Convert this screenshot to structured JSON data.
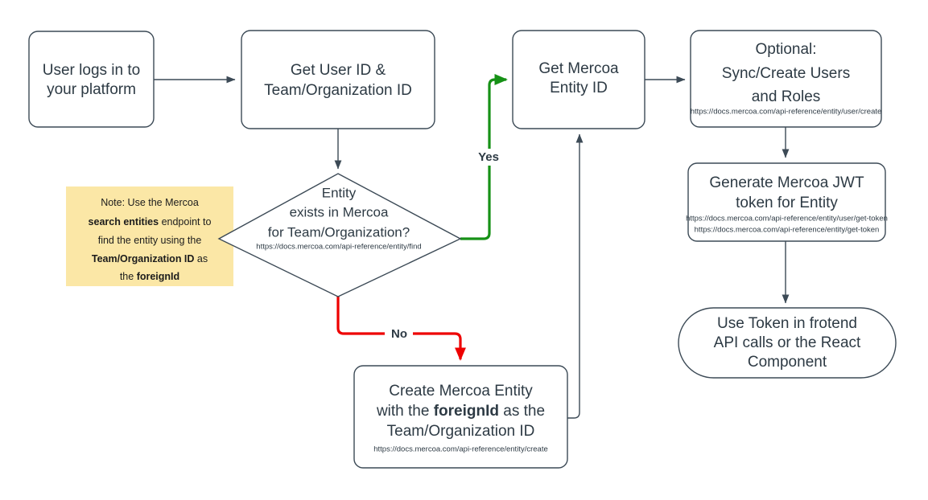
{
  "diagram": {
    "title": "Mercoa entity onboarding flowchart",
    "type": "flowchart",
    "colors": {
      "node_stroke": "#3c4a56",
      "node_fill": "#ffffff",
      "note_fill": "#fbe7a6",
      "yes_edge": "#169116",
      "no_edge": "#ee0000",
      "text": "#2d3a44"
    }
  },
  "nodes": {
    "user_login": {
      "shape": "rounded-rect",
      "lines": [
        "User logs in to",
        "your platform"
      ]
    },
    "get_user_id": {
      "shape": "rounded-rect",
      "lines": [
        "Get User ID &",
        "Team/Organization ID"
      ]
    },
    "entity_exists": {
      "shape": "diamond",
      "lines": [
        "Entity",
        "exists in Mercoa",
        "for Team/Organization?"
      ],
      "url": "https://docs.mercoa.com/api-reference/entity/find"
    },
    "create_entity": {
      "shape": "rounded-rect",
      "line1_pre": "Create Mercoa Entity",
      "line2_pre": "with the ",
      "line2_bold": "foreignId",
      "line2_post": " as the",
      "line3": "Team/Organization ID",
      "url": "https://docs.mercoa.com/api-reference/entity/create"
    },
    "get_mercoa_entity_id": {
      "shape": "rounded-rect",
      "lines": [
        "Get Mercoa",
        "Entity ID"
      ]
    },
    "optional_sync_users": {
      "shape": "rounded-rect",
      "lines": [
        "Optional:",
        "Sync/Create Users",
        "and Roles"
      ],
      "url": "https://docs.mercoa.com/api-reference/entity/user/create"
    },
    "generate_jwt": {
      "shape": "rounded-rect",
      "lines": [
        "Generate Mercoa JWT",
        "token for Entity"
      ],
      "url1": "https://docs.mercoa.com/api-reference/entity/user/get-token",
      "url2": "https://docs.mercoa.com/api-reference/entity/get-token"
    },
    "use_token": {
      "shape": "stadium",
      "lines": [
        "Use Token in frotend",
        "API calls or the React",
        "Component"
      ]
    },
    "note": {
      "shape": "sticky-note",
      "line1_pre": "Note: Use the Mercoa",
      "line2_bold": "search entities",
      "line2_post": " endpoint to",
      "line3": "find the entity using the",
      "line4_bold": "Team/Organization ID",
      "line4_post": " as",
      "line5_pre": "the ",
      "line5_bold": "foreignId"
    }
  },
  "edges": {
    "yes_label": "Yes",
    "no_label": "No"
  }
}
